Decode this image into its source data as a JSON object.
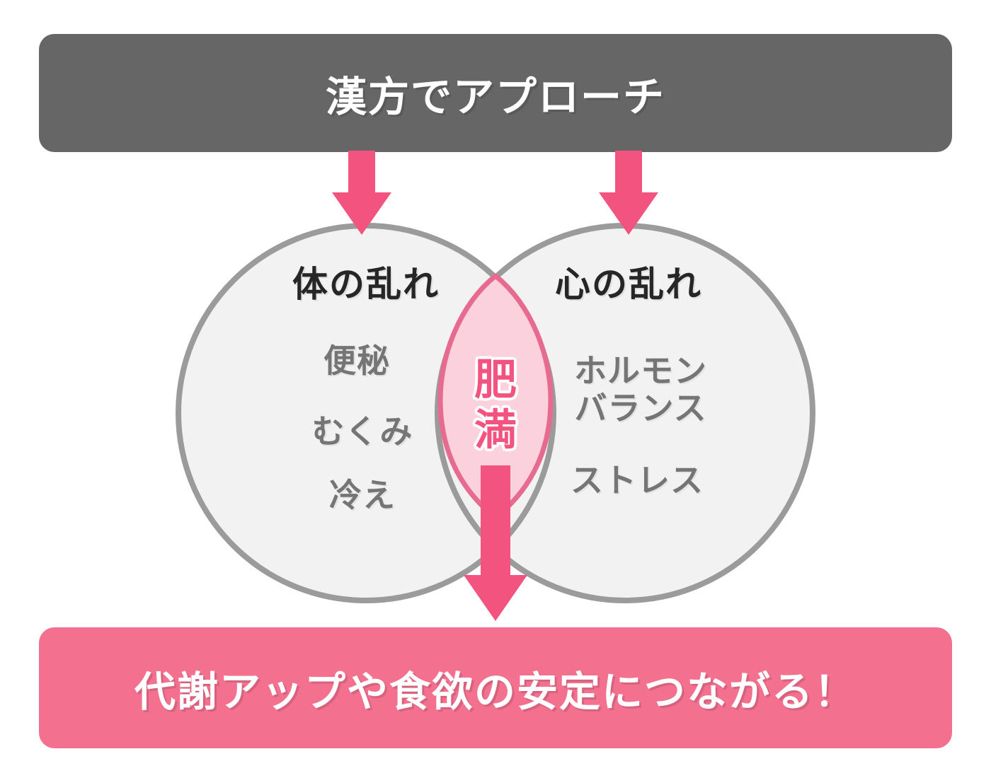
{
  "title_banner": {
    "text": "漢方でアプローチ"
  },
  "venn": {
    "left_circle": {
      "title": "体の乱れ",
      "items": [
        "便秘",
        "むくみ",
        "冷え"
      ]
    },
    "right_circle": {
      "title": "心の乱れ",
      "items": [
        {
          "lines": [
            "ホルモン",
            "バランス"
          ]
        },
        {
          "lines": [
            "ストレス"
          ]
        }
      ]
    },
    "overlap": {
      "label": "肥満",
      "chars": [
        "肥",
        "満"
      ]
    }
  },
  "result_banner": {
    "text": "代謝アップや食欲の安定につながる！"
  },
  "colors": {
    "banner_gray": "#666666",
    "accent_pink": "#F2547F",
    "result_banner_pink": "#F4708F",
    "overlap_fill": "#FAD1DC",
    "overlap_stroke": "#E76A90",
    "circle_fill": "#F2F2F2",
    "circle_stroke": "#9B9B9B",
    "heading_text": "#262626",
    "item_text": "#757575"
  }
}
